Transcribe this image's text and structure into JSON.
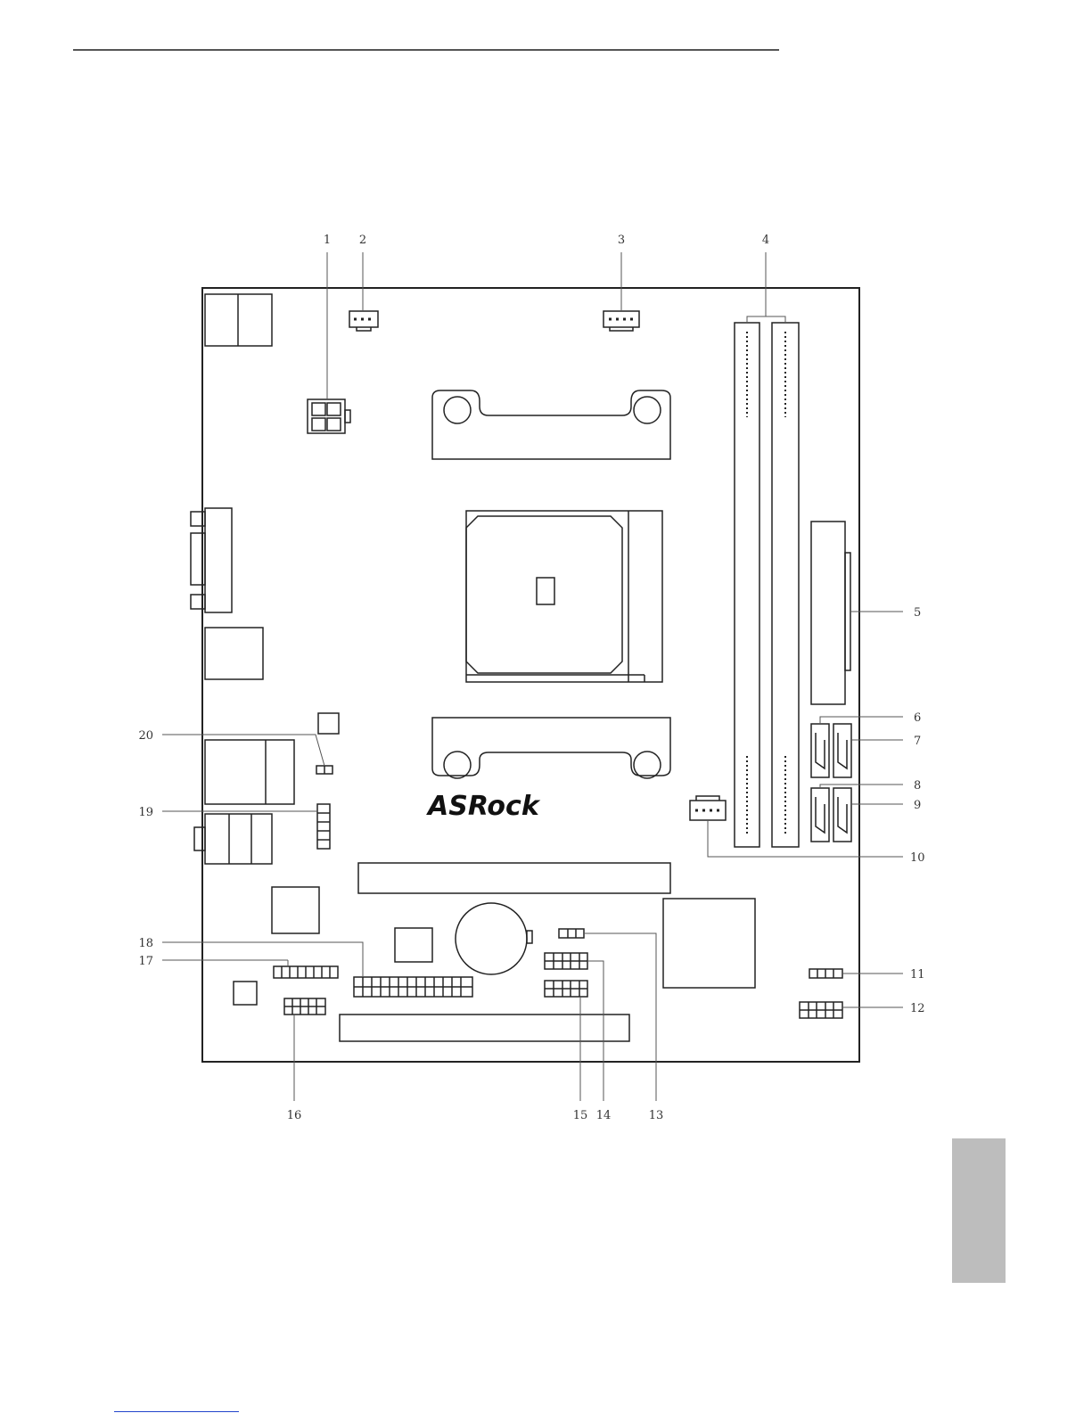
{
  "brand": {
    "logo_text": "ASRock"
  },
  "callouts": [
    "1",
    "2",
    "3",
    "4",
    "5",
    "6",
    "7",
    "8",
    "9",
    "10",
    "11",
    "12",
    "13",
    "14",
    "15",
    "16",
    "17",
    "18",
    "19",
    "20"
  ],
  "colors": {
    "line": "#222222",
    "leader": "#555555",
    "tab": "#bdbdbd",
    "link_rule": "#2244cc"
  }
}
